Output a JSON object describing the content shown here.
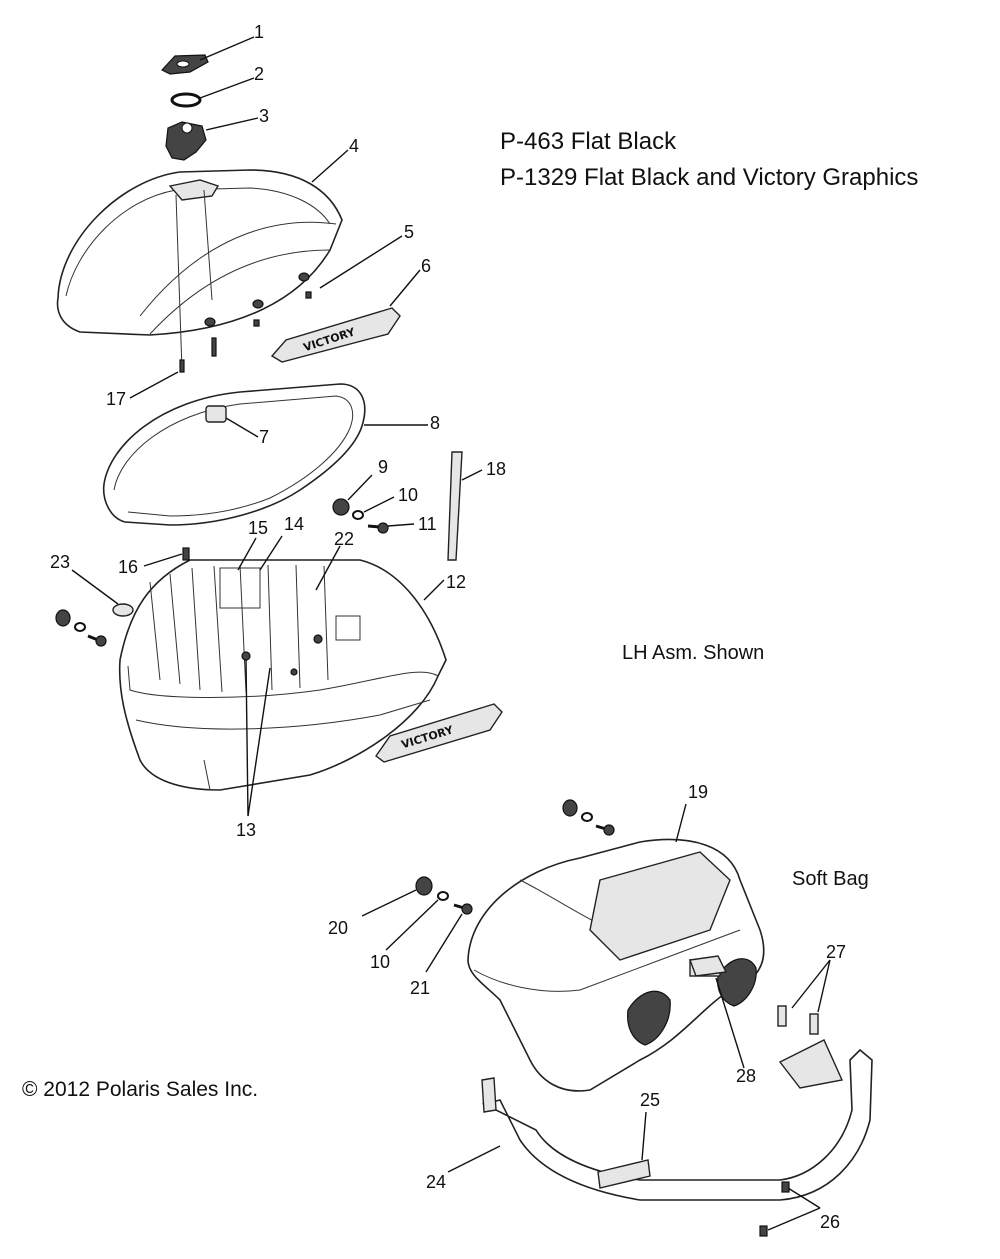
{
  "notes": {
    "paint_code_1": "P-463  Flat Black",
    "paint_code_2": "P-1329 Flat Black and Victory Graphics",
    "lh_assembly": "LH Asm. Shown",
    "soft_bag": "Soft Bag",
    "copyright": "© 2012 Polaris Sales Inc."
  },
  "badge_text": "VICTORY",
  "callouts": [
    "1",
    "2",
    "3",
    "4",
    "5",
    "6",
    "7",
    "8",
    "9",
    "10",
    "11",
    "12",
    "13",
    "14",
    "15",
    "16",
    "17",
    "18",
    "19",
    "20",
    "10",
    "21",
    "22",
    "23",
    "24",
    "25",
    "26",
    "27",
    "28"
  ]
}
